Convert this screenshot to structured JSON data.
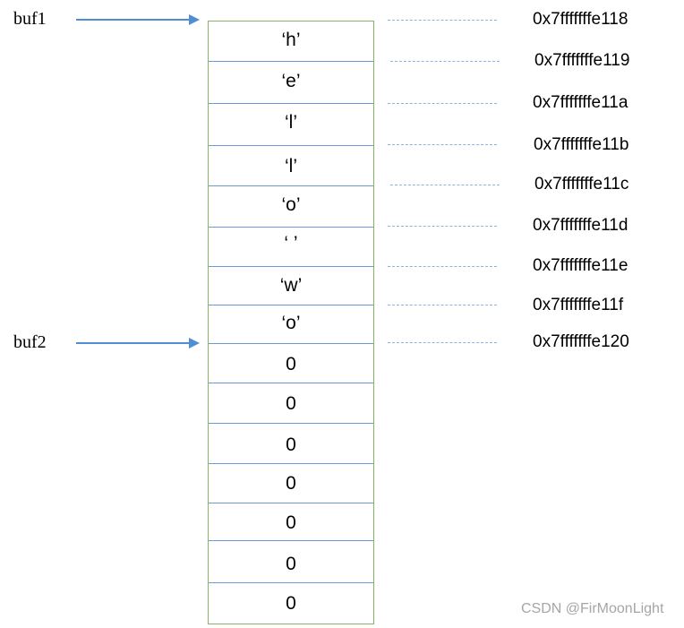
{
  "pointers": [
    {
      "label": "buf1"
    },
    {
      "label": "buf2"
    }
  ],
  "cells": [
    "‘h’",
    "‘e’",
    "‘l’",
    "‘l’",
    "‘o’",
    "‘ ’",
    "‘w’",
    "‘o’",
    "0",
    "0",
    "0",
    "0",
    "0",
    "0",
    "0"
  ],
  "addresses": [
    "0x7fffffffe118",
    "0x7fffffffe119",
    "0x7fffffffe11a",
    "0x7fffffffe11b",
    "0x7fffffffe11c",
    "0x7fffffffe11d",
    "0x7fffffffe11e",
    "0x7fffffffe11f",
    "0x7fffffffe120"
  ],
  "watermark": "CSDN @FirMoonLight",
  "colors": {
    "arrow": "#4f8ed2",
    "box_border": "#86b365",
    "cell_divider": "#6b9bd1",
    "dash": "#8eb2dd"
  }
}
